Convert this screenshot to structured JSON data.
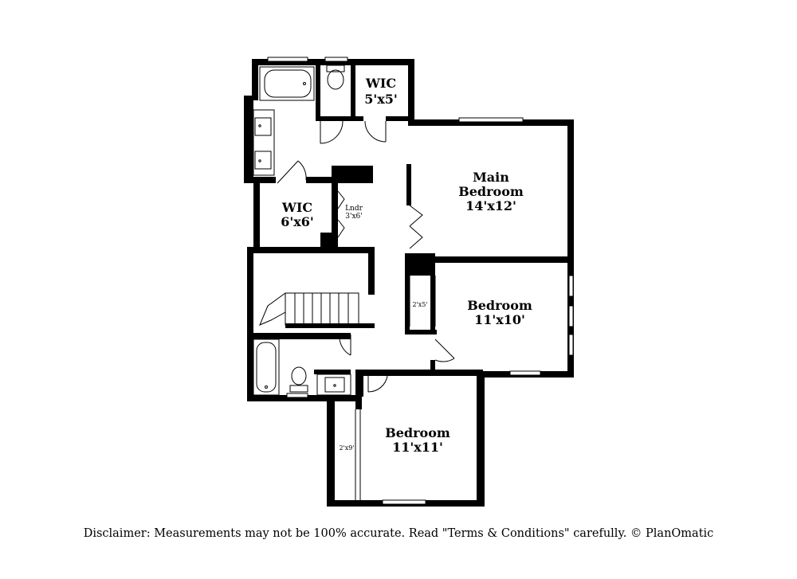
{
  "floor_plan": {
    "rooms": [
      {
        "id": "wic-top",
        "name": "WIC",
        "dims": "5'x5'"
      },
      {
        "id": "main-bedroom",
        "name_line1": "Main",
        "name_line2": "Bedroom",
        "dims": "14'x12'"
      },
      {
        "id": "wic-left",
        "name": "WIC",
        "dims": "6'x6'"
      },
      {
        "id": "laundry",
        "name": "Lndr",
        "dims": "3'x6'"
      },
      {
        "id": "bedroom-right",
        "name": "Bedroom",
        "dims": "11'x10'"
      },
      {
        "id": "closet-right",
        "dims": "2'x5'"
      },
      {
        "id": "bedroom-bottom",
        "name": "Bedroom",
        "dims": "11'x11'"
      },
      {
        "id": "closet-bottom",
        "dims": "2'x9'"
      }
    ]
  },
  "disclaimer": "Disclaimer: Measurements may not be 100% accurate. Read \"Terms & Conditions\" carefully. © PlanOmatic"
}
